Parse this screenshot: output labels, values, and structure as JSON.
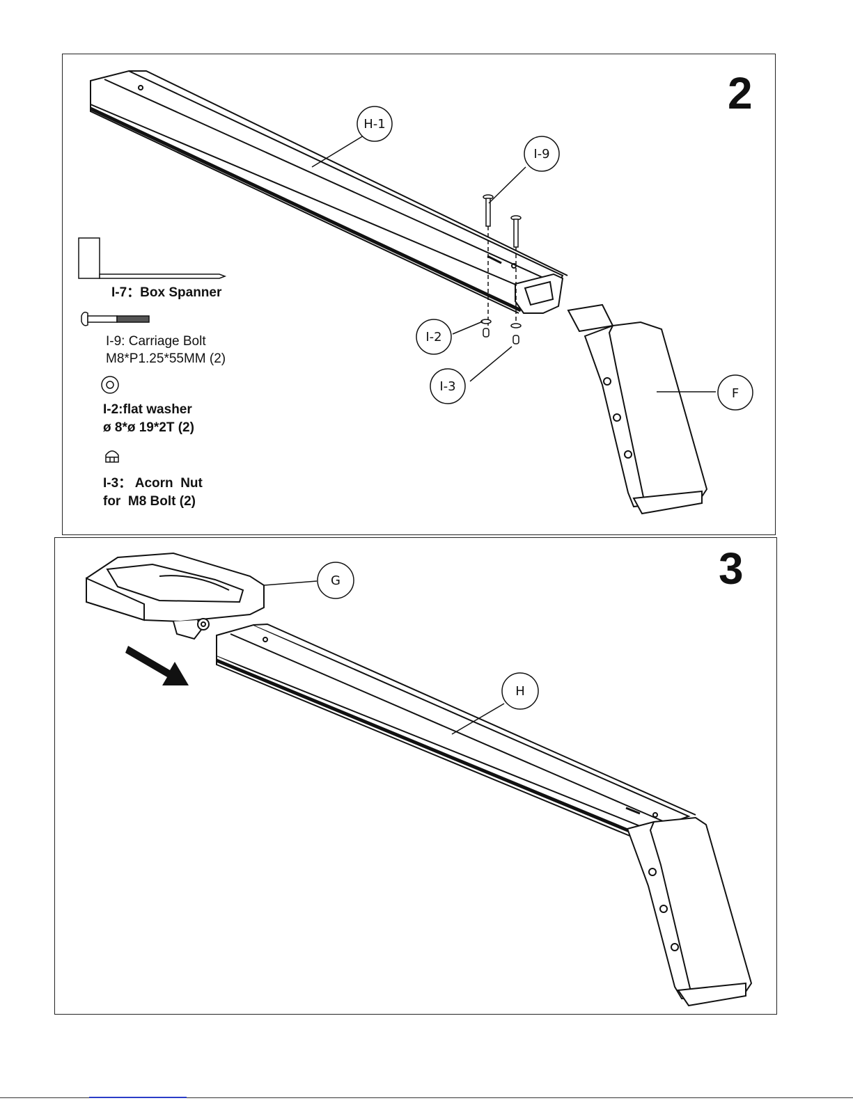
{
  "panels": [
    {
      "step": "2",
      "callouts": {
        "h1": "H-1",
        "i9": "I-9",
        "i2": "I-2",
        "i3": "I-3",
        "f": "F"
      },
      "legend": {
        "box_spanner": "I-7：Box Spanner",
        "carriage_bolt_name": "I-9: Carriage Bolt",
        "carriage_bolt_spec": "M8*P1.25*55MM (2)",
        "washer_name": "I-2:flat washer",
        "washer_spec": "ø 8*ø 19*2T (2)",
        "nut_name": "I-3： Acorn  Nut",
        "nut_spec": "for  M8 Bolt (2)"
      }
    },
    {
      "step": "3",
      "callouts": {
        "g": "G",
        "h": "H"
      }
    }
  ],
  "icons": [
    "box-spanner-icon",
    "carriage-bolt-icon",
    "flat-washer-icon",
    "acorn-nut-icon",
    "direction-arrow-icon"
  ]
}
